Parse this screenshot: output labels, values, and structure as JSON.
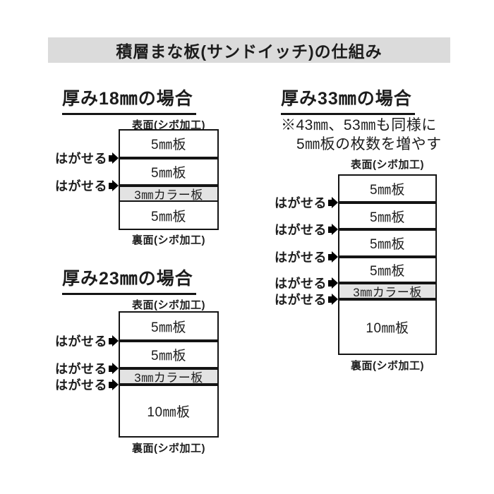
{
  "title": "積層まな板(サンドイッチ)の仕組み",
  "colors": {
    "title_bar_bg": "#dbdbdb",
    "color_board_bg": "#e3e3e3",
    "line": "#141414",
    "text": "#1c1c1c"
  },
  "labels": {
    "peel": "はがせる",
    "front": "表面(シボ加工)",
    "back": "裏面(シボ加工)"
  },
  "diagrams": [
    {
      "heading": "厚み18㎜の場合",
      "total_thickness_mm": 18,
      "peel_count": 2,
      "layers": [
        {
          "label": "5㎜板",
          "thickness_mm": 5,
          "type": "board"
        },
        {
          "label": "5㎜板",
          "thickness_mm": 5,
          "type": "board"
        },
        {
          "label": "3㎜カラー板",
          "thickness_mm": 3,
          "type": "color-board"
        },
        {
          "label": "5㎜板",
          "thickness_mm": 5,
          "type": "board"
        }
      ]
    },
    {
      "heading": "厚み23㎜の場合",
      "total_thickness_mm": 23,
      "peel_count": 3,
      "layers": [
        {
          "label": "5㎜板",
          "thickness_mm": 5,
          "type": "board"
        },
        {
          "label": "5㎜板",
          "thickness_mm": 5,
          "type": "board"
        },
        {
          "label": "3㎜カラー板",
          "thickness_mm": 3,
          "type": "color-board"
        },
        {
          "label": "10㎜板",
          "thickness_mm": 10,
          "type": "board"
        }
      ]
    },
    {
      "heading": "厚み33㎜の場合",
      "total_thickness_mm": 33,
      "peel_count": 5,
      "note_line1": "※43㎜、53㎜も同様に",
      "note_line2": "5㎜板の枚数を増やす",
      "layers": [
        {
          "label": "5㎜板",
          "thickness_mm": 5,
          "type": "board"
        },
        {
          "label": "5㎜板",
          "thickness_mm": 5,
          "type": "board"
        },
        {
          "label": "5㎜板",
          "thickness_mm": 5,
          "type": "board"
        },
        {
          "label": "5㎜板",
          "thickness_mm": 5,
          "type": "board"
        },
        {
          "label": "3㎜カラー板",
          "thickness_mm": 3,
          "type": "color-board"
        },
        {
          "label": "10㎜板",
          "thickness_mm": 10,
          "type": "board"
        }
      ]
    }
  ]
}
